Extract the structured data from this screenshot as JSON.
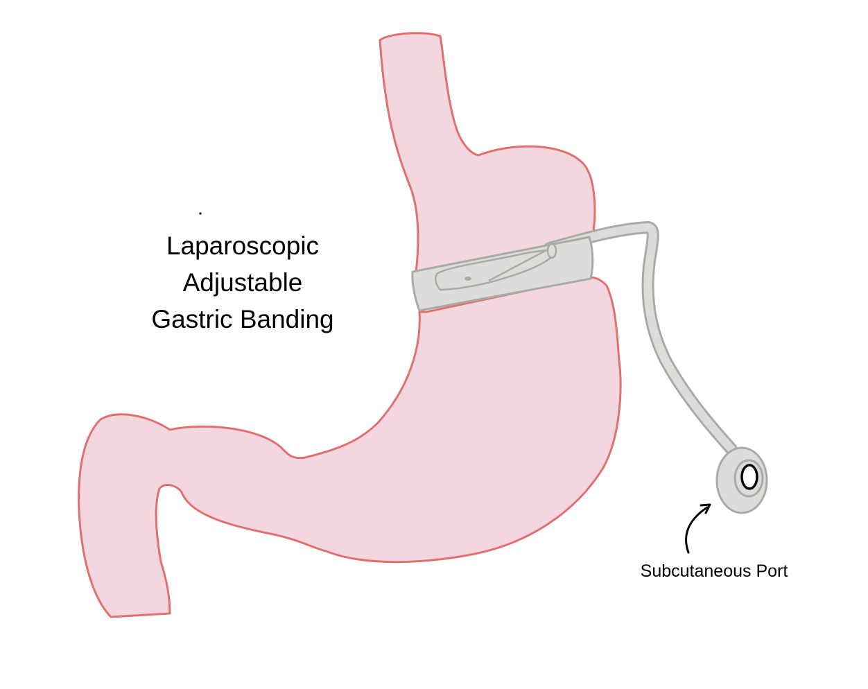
{
  "title": {
    "lines": [
      "Laparoscopic",
      "Adjustable",
      "Gastric Banding"
    ]
  },
  "labels": {
    "port": "Subcutaneous Port"
  },
  "colors": {
    "stomach_fill": "#f4d6de",
    "stomach_outline": "#e07070",
    "band_fill": "#dcdcda",
    "band_outline": "#a9a9a6",
    "port_ring": "#000000",
    "text": "#000000"
  },
  "icons": {
    "label_pointer": "curved-arrow-icon"
  }
}
